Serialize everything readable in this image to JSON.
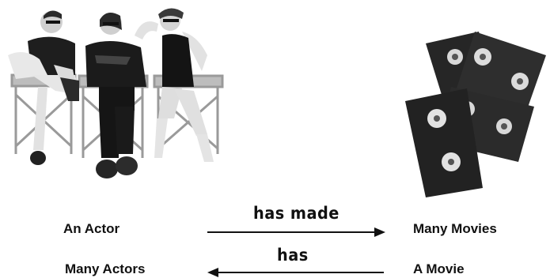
{
  "relationships": [
    {
      "from": "An Actor",
      "verb": "has made",
      "to": "Many Movies",
      "direction": "right"
    },
    {
      "from": "A Movie",
      "verb": "has",
      "to": "Many Actors",
      "direction": "left"
    }
  ],
  "images": {
    "left": "three-people-in-directors-chairs",
    "right": "stack-of-videocassettes"
  },
  "colors": {
    "ink": "#111111",
    "cassette": "#2a2a2a",
    "background": "#ffffff"
  }
}
